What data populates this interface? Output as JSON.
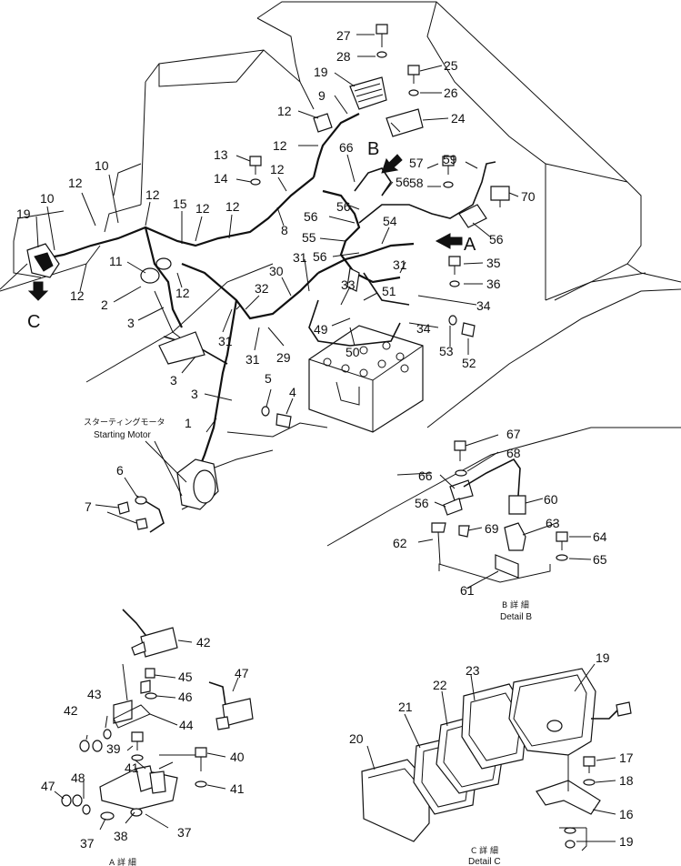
{
  "callouts": {
    "c1": "1",
    "c2": "2",
    "c3": "3",
    "c4": "4",
    "c5": "5",
    "c6": "6",
    "c7": "7",
    "c8": "8",
    "c9": "9",
    "c10": "10",
    "c11": "11",
    "c12": "12",
    "c13": "13",
    "c14": "14",
    "c15": "15",
    "c16": "16",
    "c17": "17",
    "c18": "18",
    "c19": "19",
    "c20": "20",
    "c21": "21",
    "c22": "22",
    "c23": "23",
    "c24": "24",
    "c25": "25",
    "c26": "26",
    "c27": "27",
    "c28": "28",
    "c29": "29",
    "c30": "30",
    "c31": "31",
    "c32": "32",
    "c33": "33",
    "c34": "34",
    "c35": "35",
    "c36": "36",
    "c37": "37",
    "c38": "38",
    "c39": "39",
    "c40": "40",
    "c41": "41",
    "c42": "42",
    "c43": "43",
    "c44": "44",
    "c45": "45",
    "c46": "46",
    "c47": "47",
    "c48": "48",
    "c49": "49",
    "c50": "50",
    "c51": "51",
    "c52": "52",
    "c53": "53",
    "c54": "54",
    "c55": "55",
    "c56": "56",
    "c57": "57",
    "c58": "58",
    "c59": "59",
    "c60": "60",
    "c61": "61",
    "c62": "62",
    "c63": "63",
    "c64": "64",
    "c65": "65",
    "c66": "66",
    "c67": "67",
    "c68": "68",
    "c69": "69",
    "c70": "70"
  },
  "view_markers": {
    "a": "A",
    "b": "B",
    "c": "C"
  },
  "captions": {
    "starting_motor_jp": "スターティングモータ",
    "starting_motor_en": "Starting Motor",
    "detail_b_jp": "B 詳 細",
    "detail_b_en": "Detail B",
    "detail_c_jp": "C 詳 細",
    "detail_c_en": "Detail C",
    "detail_a_jp": "A 詳 細"
  }
}
